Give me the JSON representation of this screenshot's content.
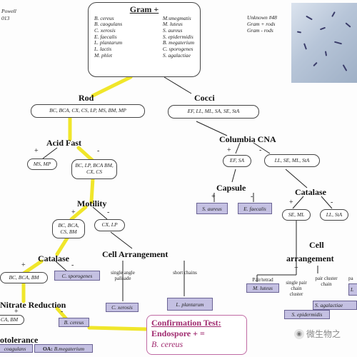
{
  "author": {
    "name": "Powell",
    "year": "013"
  },
  "unknown_note": [
    "Unknown #48",
    "Gram + rods",
    "Gram - rods"
  ],
  "root": {
    "title": "Gram +",
    "left_col": [
      "B. cereus",
      "B. caogulans",
      "C. xerosis",
      "E. faecalis",
      "L. plantarum",
      "L. lactis",
      "M. phlet"
    ],
    "right_col": [
      "M.smegmatis",
      "M. luteus",
      "S. aureus",
      "S. epidermidis",
      "B. megaterium",
      "C. sporogenes",
      "S. agalactiae"
    ]
  },
  "rod": {
    "label": "Rod",
    "box": "BC, BCA, CX, CS, LP, MS, BM, MP"
  },
  "cocci": {
    "label": "Cocci",
    "box": "EF, LL, ML, SA, SE, StA"
  },
  "acid_fast": {
    "label": "Acid Fast",
    "plus": "+",
    "minus": "-",
    "pos_box": "MS, MP",
    "neg_box": "BC, LP, BCA BM, CX, CS"
  },
  "columbia": {
    "label": "Columbia CNA",
    "plus": "+",
    "minus": "-",
    "pos_box": "EF, SA",
    "neg_box": "LL, SE, ML, StA"
  },
  "capsule": {
    "label": "Capsule",
    "plus": "+",
    "minus": "-",
    "pos_result": "S. aureus",
    "neg_result": "E. faecalis"
  },
  "catalase_right": {
    "label": "Catalase",
    "plus": "+",
    "minus": "-",
    "pos_box": "SE, ML",
    "neg_box": "LL, StA"
  },
  "motility": {
    "label": "Motility",
    "plus": "+",
    "minus": "-",
    "pos_box": "BC, BCA, CS, BM",
    "neg_box": "CX, LP"
  },
  "cell_arrangement_left": {
    "label": "Cell Arrangement",
    "opt1": "single angle palisade",
    "opt1_result": "C. xerosis",
    "opt2": "short chains",
    "opt2_result": "L. plantarum"
  },
  "cell_arrangement_right": {
    "label1": "Cell",
    "label2": "arrangement",
    "opt1": "Pair/tetrad",
    "opt1_result": "M. luteus",
    "opt2": "single pair chain cluster",
    "opt2_result": "S. epidermidis",
    "opt3": "pair cluster chain",
    "opt3_result": "S. agalactiae",
    "opt4": "pa",
    "opt4_result": "L"
  },
  "catalase_left": {
    "label": "Catalase",
    "plus": "+",
    "minus": "-",
    "pos_box": "BC, BCA, BM",
    "neg_result": "C. sporogenes"
  },
  "nitrate": {
    "label": "Nitrate Reduction",
    "plus": "+",
    "minus": "-",
    "pos_box": "CA, BM",
    "neg_result": "B. cereus"
  },
  "otolerance": {
    "label": "otolerance",
    "result1": "coagulans",
    "result2_prefix": "OA:",
    "result2": "B.megaterium"
  },
  "confirmation": {
    "title": "Confirmation Test:",
    "line2": "Endospore + =",
    "line3": "B. cereus"
  },
  "watermark": {
    "icon": "wechat-icon",
    "text": "微生物之"
  },
  "colors": {
    "path_highlight": "#f0e62a",
    "connector": "#222222",
    "result_fill": "#c4c0e2",
    "confirm_text": "#a02a6f"
  }
}
